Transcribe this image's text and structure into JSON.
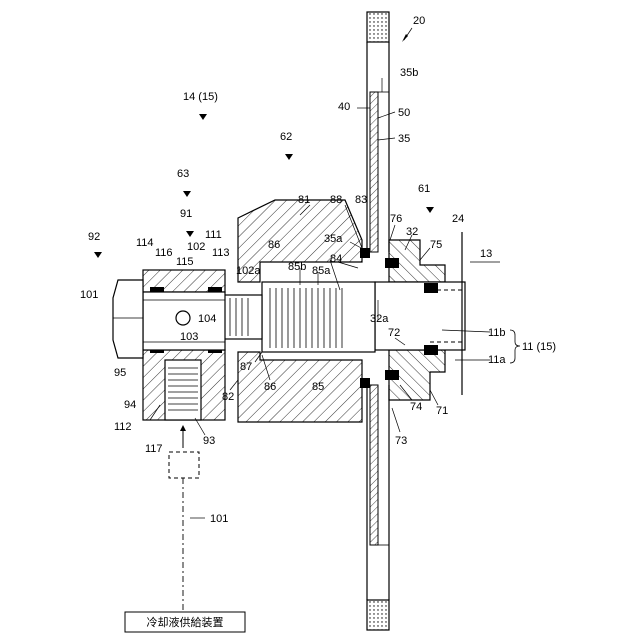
{
  "labels": {
    "l20": "20",
    "l35b": "35b",
    "l40": "40",
    "l50": "50",
    "l35": "35",
    "l14": "14 (15)",
    "l62": "62",
    "l63": "63",
    "l81": "81",
    "l88": "88",
    "l83": "83",
    "l61": "61",
    "l91": "91",
    "l76": "76",
    "l24": "24",
    "l92": "92",
    "l114": "114",
    "l116": "116",
    "l102": "102",
    "l111": "111",
    "l86a": "86",
    "l35a": "35a",
    "l32": "32",
    "l75": "75",
    "l13": "13",
    "l115": "115",
    "l113": "113",
    "l102a": "102a",
    "l85b": "85b",
    "l85a": "85a",
    "l84": "84",
    "l101a": "101",
    "l104": "104",
    "l32a": "32a",
    "l11b": "11b",
    "l11": "11 (15)",
    "l103": "103",
    "l72": "72",
    "l11a": "11a",
    "l87": "87",
    "l95": "95",
    "l86b": "86",
    "l85": "85",
    "l94": "94",
    "l82": "82",
    "l74": "74",
    "l71": "71",
    "l112": "112",
    "l73": "73",
    "l117": "117",
    "l93": "93",
    "l101b": "101",
    "coolant_box": "冷却液供給装置"
  },
  "icons": [
    "arrow-leader-icon",
    "brace-icon"
  ]
}
